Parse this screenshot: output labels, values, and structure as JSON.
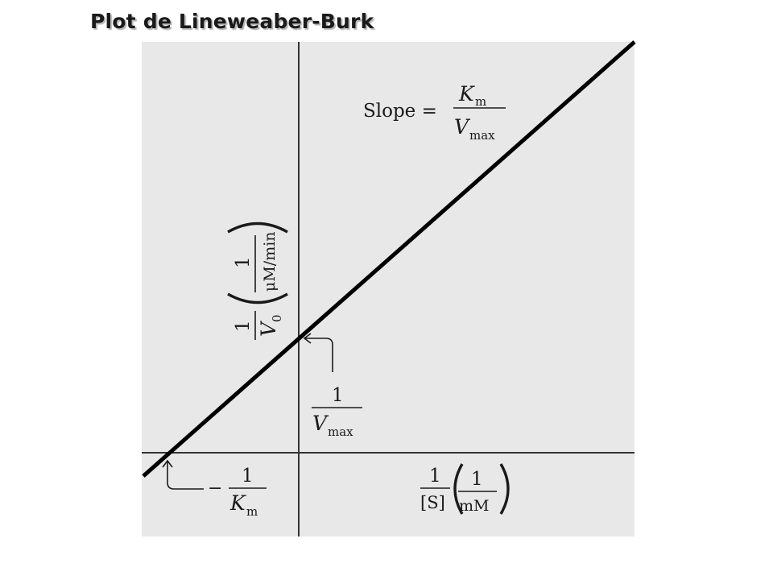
{
  "title": "Plot de Lineweaber-Burk",
  "colors": {
    "panel": "#e8e8e8",
    "line": "#000000",
    "axis": "#333333",
    "text": "#1a1a1a"
  },
  "labels": {
    "slope_word": "Slope =",
    "slope_num": "K",
    "slope_num_sub": "m",
    "slope_den": "V",
    "slope_den_sub": "max",
    "y_intercept_num": "1",
    "y_intercept_den": "V",
    "y_intercept_den_sub": "max",
    "x_intercept_minus": "−",
    "x_intercept_num": "1",
    "x_intercept_den": "K",
    "x_intercept_den_sub": "m",
    "x_axis_num": "1",
    "x_axis_den": "[S]",
    "x_axis_unit_num": "1",
    "x_axis_unit_den": "mM",
    "y_axis_num": "1",
    "y_axis_den": "V",
    "y_axis_den_sub": "0",
    "y_axis_unit_num": "1",
    "y_axis_unit_den": "μM/min"
  }
}
